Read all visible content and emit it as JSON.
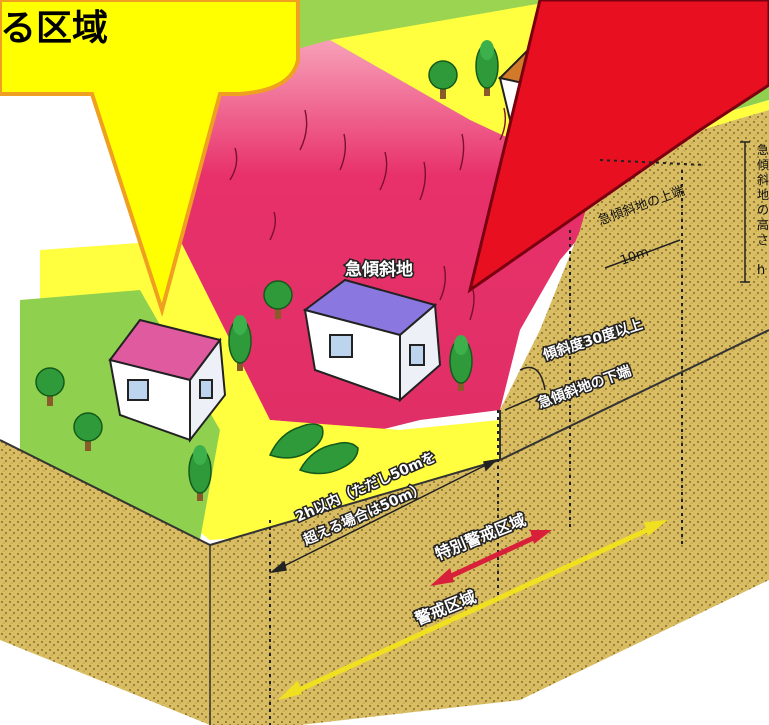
{
  "callout_text": "る区域",
  "labels": {
    "steep_land": "急傾斜地",
    "top_edge": "急傾斜地の上端",
    "bottom_edge": "急傾斜地の下端",
    "distance_10m": "10m",
    "slope_angle": "傾斜度30度以上",
    "height_h": "h",
    "height_label_chars": [
      "急",
      "傾",
      "斜",
      "地",
      "の",
      "高",
      "さ"
    ],
    "base_distance_line1": "2h以内（ただし50mを",
    "base_distance_line2": "超える場合は50m）",
    "special_zone": "特別警戒区域",
    "warning_zone": "警戒区域"
  },
  "colors": {
    "green_field": "#8fd14f",
    "yellow_zone": "#ffff33",
    "red_zone": "#e8306a",
    "soil": "#d9c06a",
    "callout_yellow": "#ffff00",
    "callout_border": "#f0a020",
    "arrow_red": "#e81020",
    "special_arrow": "#d8203a",
    "warning_arrow": "#f0e020"
  },
  "icons": [
    "house-icon",
    "tree-icon",
    "shrub-icon"
  ]
}
